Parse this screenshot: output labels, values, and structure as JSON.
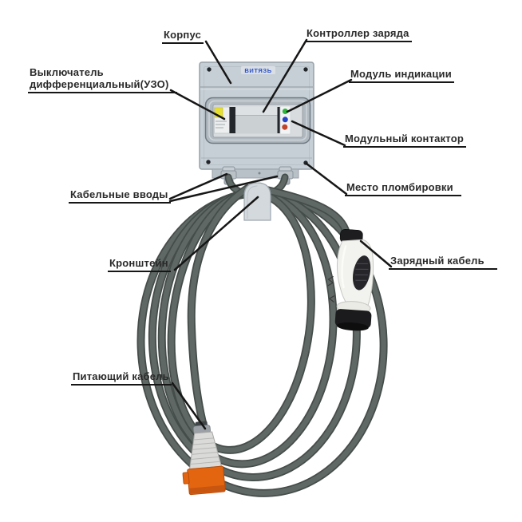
{
  "device": {
    "brand": "ВИТЯЗЬ"
  },
  "labels": {
    "korpus": "Корпус",
    "rcd_line1": "Выключатель",
    "rcd_line2": "дифференциальный(УЗО)",
    "controller": "Контроллер заряда",
    "indication": "Модуль индикации",
    "contactor": "Модульный контактор",
    "sealing": "Место пломбировки",
    "cable_entries": "Кабельные вводы",
    "bracket": "Кронштейн",
    "charging_cable": "Зарядный кабель",
    "supply_cable": "Питающий кабель"
  },
  "colors": {
    "enclosure": "#c7cfd6",
    "cable_core": "#5f6865",
    "cable_outline": "#454d4b",
    "plug_orange": "#e4650f",
    "led_green": "#2eb43c",
    "led_blue": "#2545c6",
    "led_red": "#c2442a",
    "breaker_lever": "#e6e032",
    "brand_text": "#2b50c8",
    "label_text": "#2a2a2a",
    "leader_line": "#161616"
  }
}
